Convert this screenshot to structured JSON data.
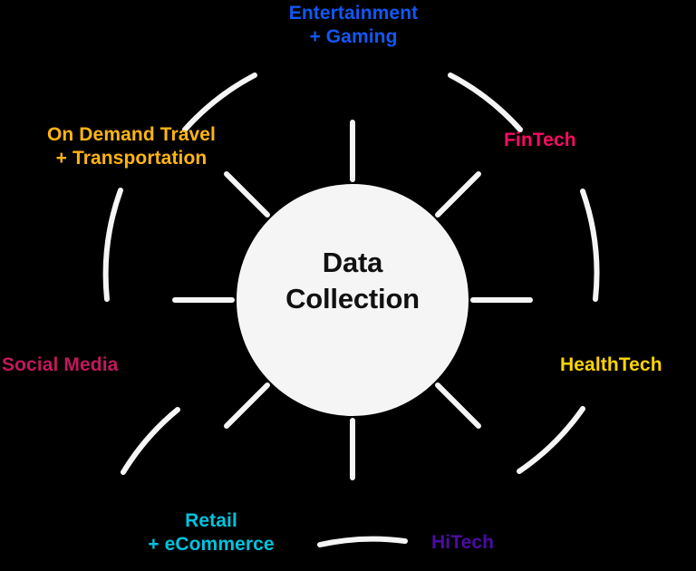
{
  "diagram": {
    "title": "Data Collection",
    "center": {
      "label": "Data\nCollection",
      "fill": "#f5f5f5",
      "text_color": "#111111"
    },
    "background": "#000000",
    "spoke_color": "#f5f5f5",
    "arc_color": "#f5f5f5",
    "nodes": [
      {
        "id": "entertainment-gaming",
        "label": "Entertainment\n+ Gaming",
        "color": "#1257F5",
        "angle_deg": -90
      },
      {
        "id": "fintech",
        "label": "FinTech",
        "color": "#FA0A64",
        "angle_deg": -45
      },
      {
        "id": "healthtech",
        "label": "HealthTech",
        "color": "#FFD400",
        "angle_deg": 0
      },
      {
        "id": "hitech",
        "label": "HiTech",
        "color": "#4B0CA5",
        "angle_deg": 45
      },
      {
        "id": "retail-ecommerce",
        "label": "Retail\n+ eCommerce",
        "color": "#00C3DE",
        "angle_deg": 90
      },
      {
        "id": "social-media",
        "label": "Social Media",
        "color": "#C2185B",
        "angle_deg": 135
      },
      {
        "id": "on-demand-travel-transportation",
        "label": "On Demand Travel\n+ Transportation",
        "color": "#FFB511",
        "angle_deg": 180
      },
      {
        "id": "entertainment-upper-left-arc",
        "label": "",
        "color": "#f5f5f5",
        "angle_deg": 225
      }
    ]
  }
}
